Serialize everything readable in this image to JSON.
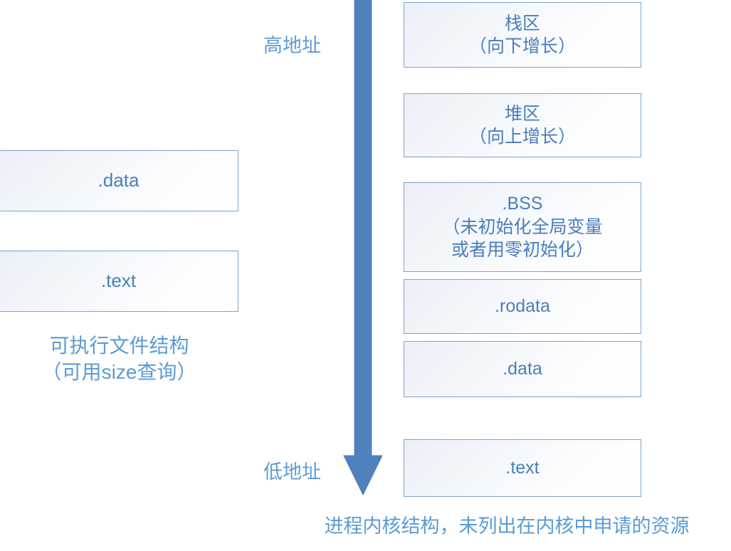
{
  "diagram": {
    "title_text_color": "#5b9bd5",
    "box_border_color": "#7ba4cd",
    "arrow_color": "#4f81bd",
    "left_column": {
      "boxes": [
        {
          "label": ".data"
        },
        {
          "label": ".text"
        }
      ],
      "caption": {
        "line1": "可执行文件结构",
        "line2": "（可用size查询）"
      }
    },
    "address_axis": {
      "high_label": "高地址",
      "low_label": "低地址",
      "arrow_direction": "down"
    },
    "right_column": {
      "boxes": [
        {
          "line1": "栈区",
          "line2": "（向下增长）"
        },
        {
          "line1": "堆区",
          "line2": "（向上增长）"
        },
        {
          "line1": ".BSS",
          "line2": "（未初始化全局变量",
          "line3": "或者用零初始化）"
        },
        {
          "line1": ".rodata"
        },
        {
          "line1": ".data"
        },
        {
          "line1": ".text"
        }
      ],
      "caption": "进程内核结构，未列出在内核中申请的资源"
    }
  }
}
